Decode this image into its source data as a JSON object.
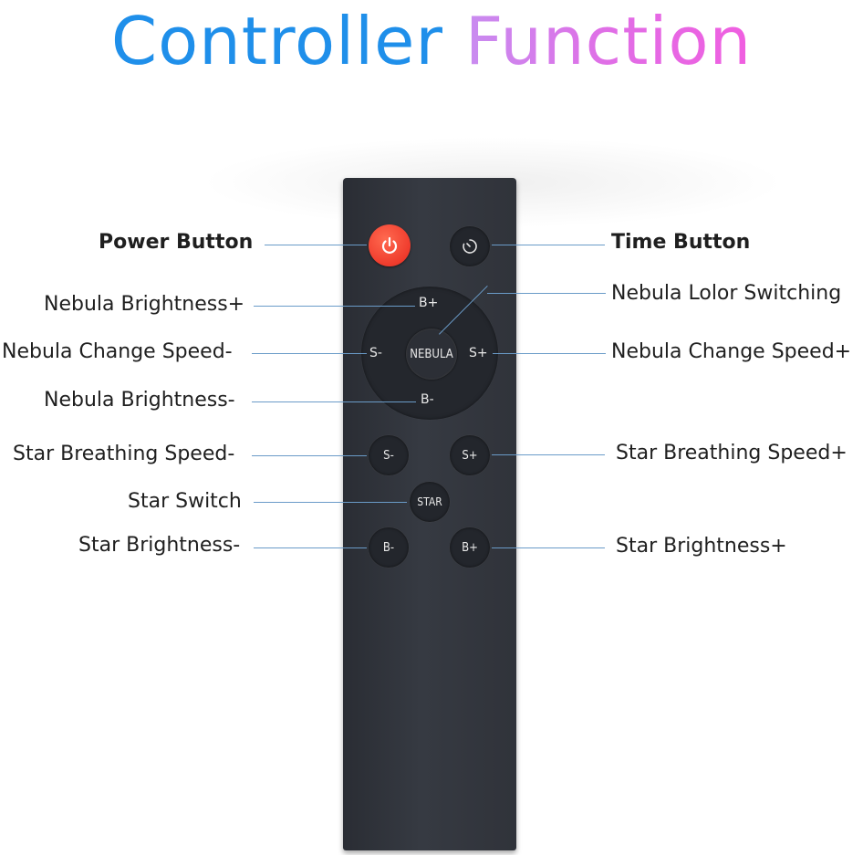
{
  "title": {
    "word1": "Controller",
    "word2": "Function"
  },
  "remote": {
    "power_icon": "power-icon",
    "timer_icon": "timer-icon",
    "ring": {
      "top": "B+",
      "bottom": "B-",
      "left": "S-",
      "right": "S+",
      "center": "NEBULA"
    },
    "star_row": {
      "left": "S-",
      "right": "S+"
    },
    "star_center": "STAR",
    "bright_row": {
      "left": "B-",
      "right": "B+"
    },
    "colors": {
      "power": "#ef3b2c",
      "body": "#30333a",
      "leader_line": "#6a9bc8"
    }
  },
  "labels": {
    "power": "Power Button",
    "time": "Time Button",
    "nebula_brightness_plus": "Nebula Brightness+",
    "nebula_color_switching": "Nebula Lolor Switching",
    "nebula_speed_minus": "Nebula Change Speed-",
    "nebula_speed_plus": "Nebula Change Speed+",
    "nebula_brightness_minus": "Nebula Brightness-",
    "star_breathing_minus": "Star Breathing Speed-",
    "star_breathing_plus": "Star Breathing Speed+",
    "star_switch": "Star Switch",
    "star_brightness_minus": "Star Brightness-",
    "star_brightness_plus": "Star Brightness+"
  }
}
